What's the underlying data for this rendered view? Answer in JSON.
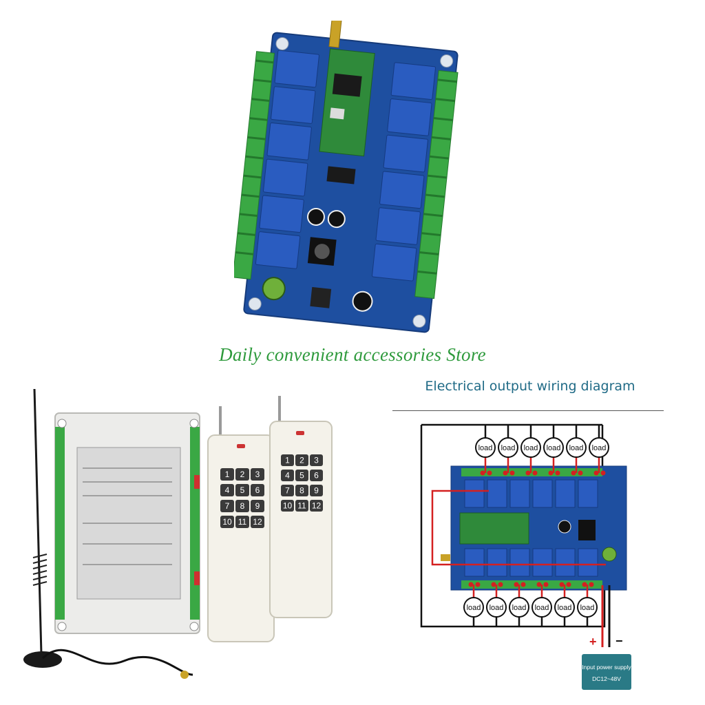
{
  "store_name": "Daily convenient accessories Store",
  "diagram": {
    "title": "Electrical output wiring diagram",
    "load_label": "load",
    "plus_label": "+",
    "minus_label": "−",
    "power_supply_line1": "Input power supply",
    "power_supply_line2": "DC12~48V"
  },
  "remote": {
    "keys": [
      "1",
      "2",
      "3",
      "4",
      "5",
      "6",
      "7",
      "8",
      "9",
      "10",
      "11",
      "12"
    ]
  },
  "colors": {
    "store_text": "#2e9a3c",
    "diagram_title": "#1f6a86",
    "pcb_blue": "#1e4fa0",
    "terminal_green": "#3aa844",
    "relay_blue": "#2a5cc0",
    "wire_red": "#d42020",
    "power_box": "#2a7a86"
  }
}
